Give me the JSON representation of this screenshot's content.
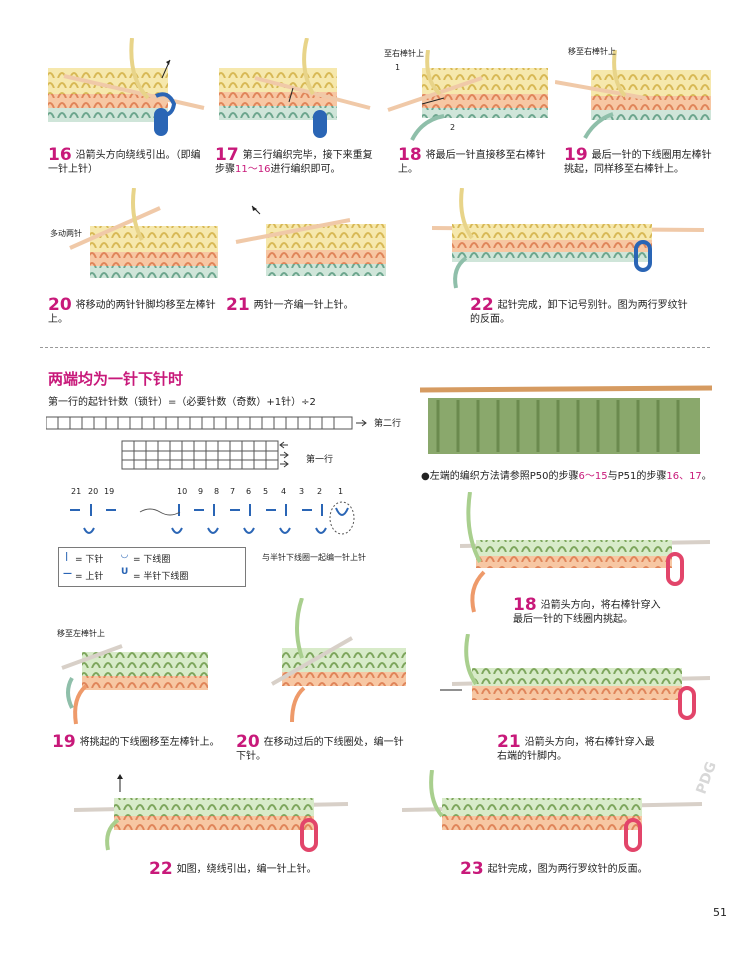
{
  "top_steps": [
    {
      "num": "16",
      "text": "沿箭头方向绕线引出。（即编一针上针）"
    },
    {
      "num": "17",
      "text_pre": "第三行编织完毕，接下来重复步骤",
      "ref": "11～16",
      "text_post": "进行编织即可。"
    },
    {
      "num": "18",
      "text": "将最后一针直接移至右棒针上。"
    },
    {
      "num": "19",
      "text": "最后一针的下线圈用左棒针挑起，同样移至右棒针上。"
    },
    {
      "num": "20",
      "text": "将移动的两针针脚均移至左棒针上。"
    },
    {
      "num": "21",
      "text": "两针一齐编一针上针。"
    },
    {
      "num": "22",
      "text": "起针完成，卸下记号别针。图为两行罗纹针的反面。"
    }
  ],
  "top_labels": {
    "to_right_needle": "至右棒针上",
    "move_to_right_needle": "移至右棒针上",
    "move_two_stitches": "多动两针",
    "num1": "1",
    "num2": "2"
  },
  "section": {
    "title": "两端均为一针下针时",
    "formula": "第一行的起针针数（锁针）=（必要针数（奇数）+1针）÷2",
    "row2_label": "第二行",
    "row1_label": "第一行",
    "stitch_numbers": [
      "21",
      "20",
      "19",
      "10",
      "9",
      "8",
      "7",
      "6",
      "5",
      "4",
      "3",
      "2",
      "1"
    ],
    "together_label": "与半针下线圈一起编一针上针",
    "legend": {
      "knit": "= 下针",
      "lower_loop": "= 下线圈",
      "purl": "= 上针",
      "half_lower_loop": "= 半针下线圈"
    },
    "note_pre": "●左端的编织方法请参照P50的步骤",
    "note_ref1": "6～15",
    "note_mid": "与P51的步骤",
    "note_ref2": "16、17",
    "note_post": "。"
  },
  "bottom_steps": [
    {
      "num": "18",
      "text": "沿箭头方向，将右棒针穿入最后一针的下线圈内挑起。"
    },
    {
      "num": "19",
      "text": "将挑起的下线圈移至左棒针上。"
    },
    {
      "num": "20",
      "text": "在移动过后的下线圈处，编一针下针。"
    },
    {
      "num": "21",
      "text": "沿箭头方向，将右棒针穿入最右端的针脚内。"
    },
    {
      "num": "22",
      "text": "如图，绕线引出，编一针上针。"
    },
    {
      "num": "23",
      "text": "起针完成，图为两行罗纹针的反面。"
    }
  ],
  "bottom_labels": {
    "move_to_left_needle": "移至左棒针上"
  },
  "watermark": "PDG",
  "page_number": "51",
  "colors": {
    "accent": "#c8197a",
    "yarn_yellow": "#f0dc8a",
    "yarn_orange": "#ee9a6a",
    "yarn_teal": "#8fbfaa",
    "yarn_green": "#a9cf8e",
    "marker_blue": "#2a65b5",
    "marker_red": "#e2456a"
  }
}
